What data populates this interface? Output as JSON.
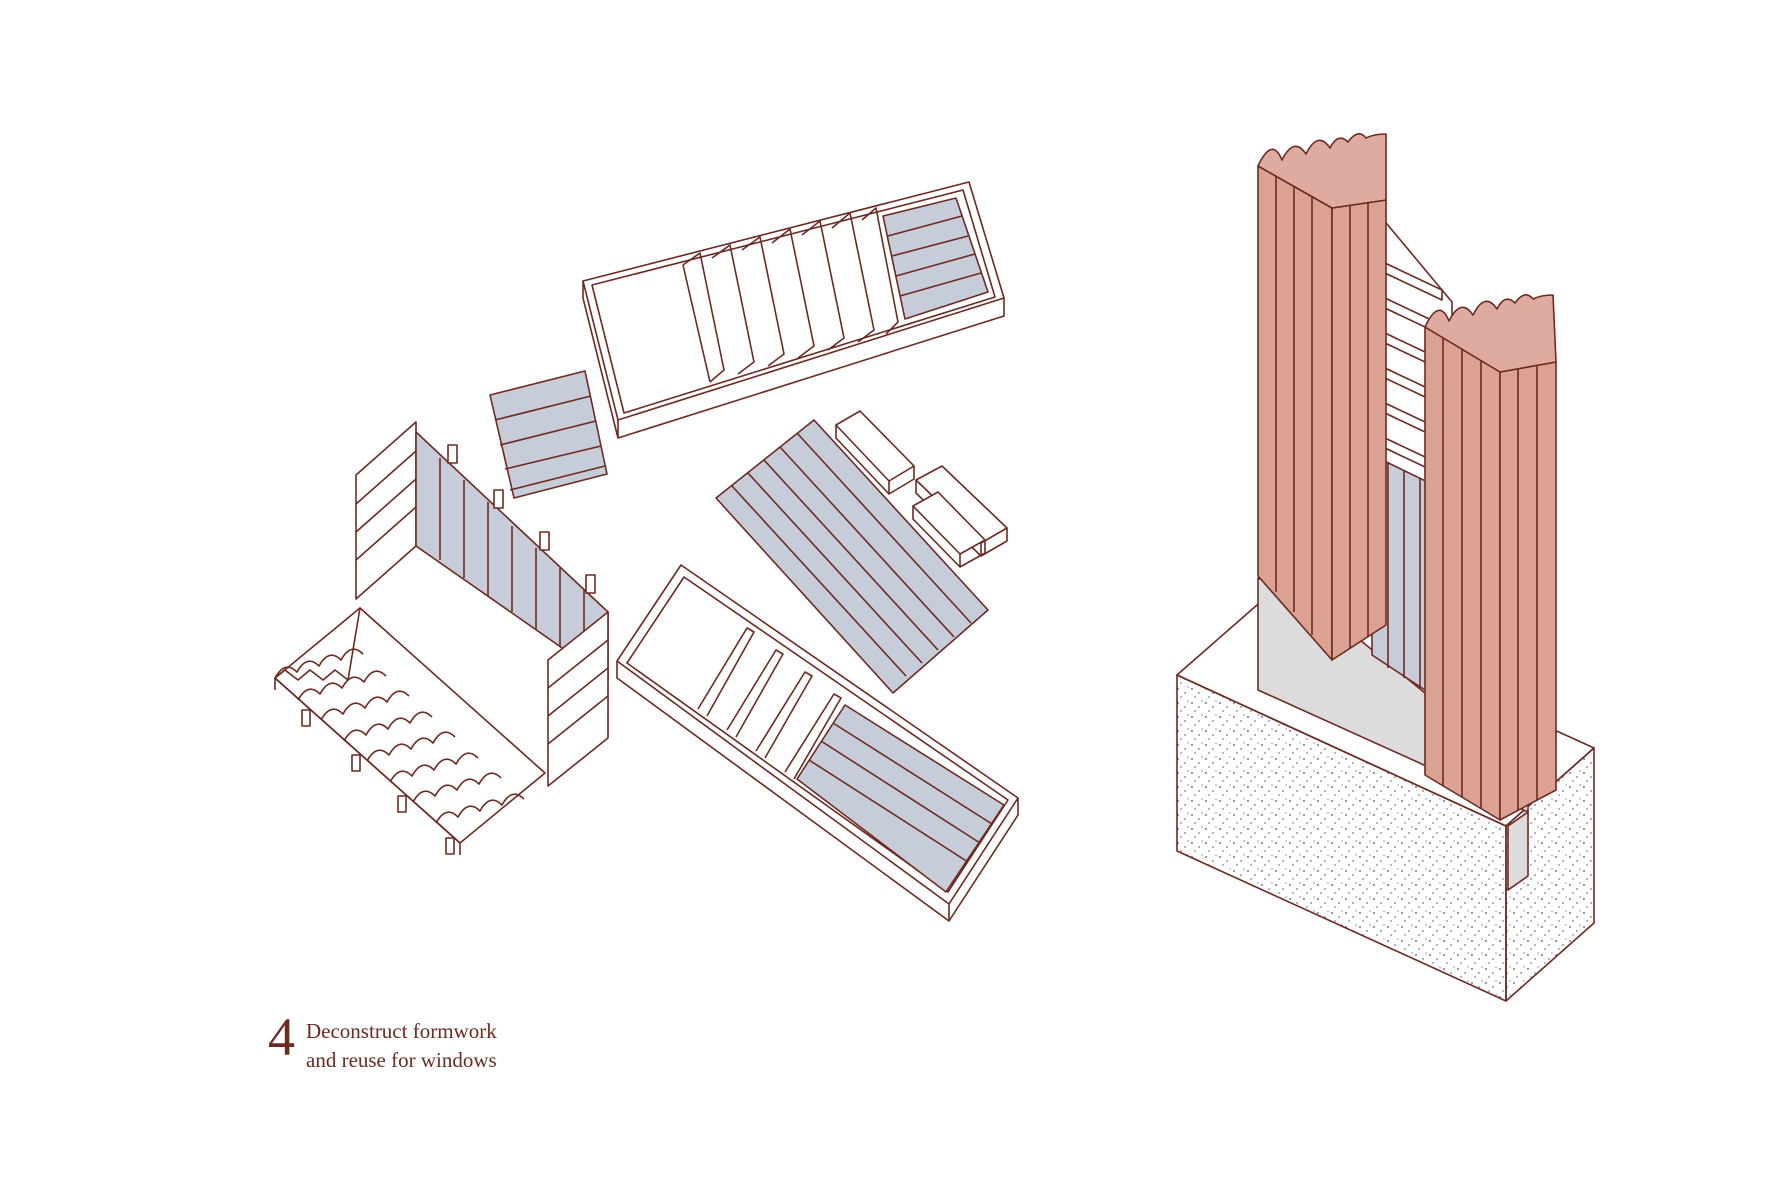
{
  "colors": {
    "stroke": "#6e2a20",
    "blue_panel": "#c6ccd8",
    "terracotta": "#dba294",
    "terracotta_top": "#dfaaa0",
    "grey_band": "#dcdcdc",
    "background": "#ffffff"
  },
  "caption": {
    "number": "4",
    "line1": "Deconstruct formwork",
    "line2": "and reuse for windows"
  }
}
